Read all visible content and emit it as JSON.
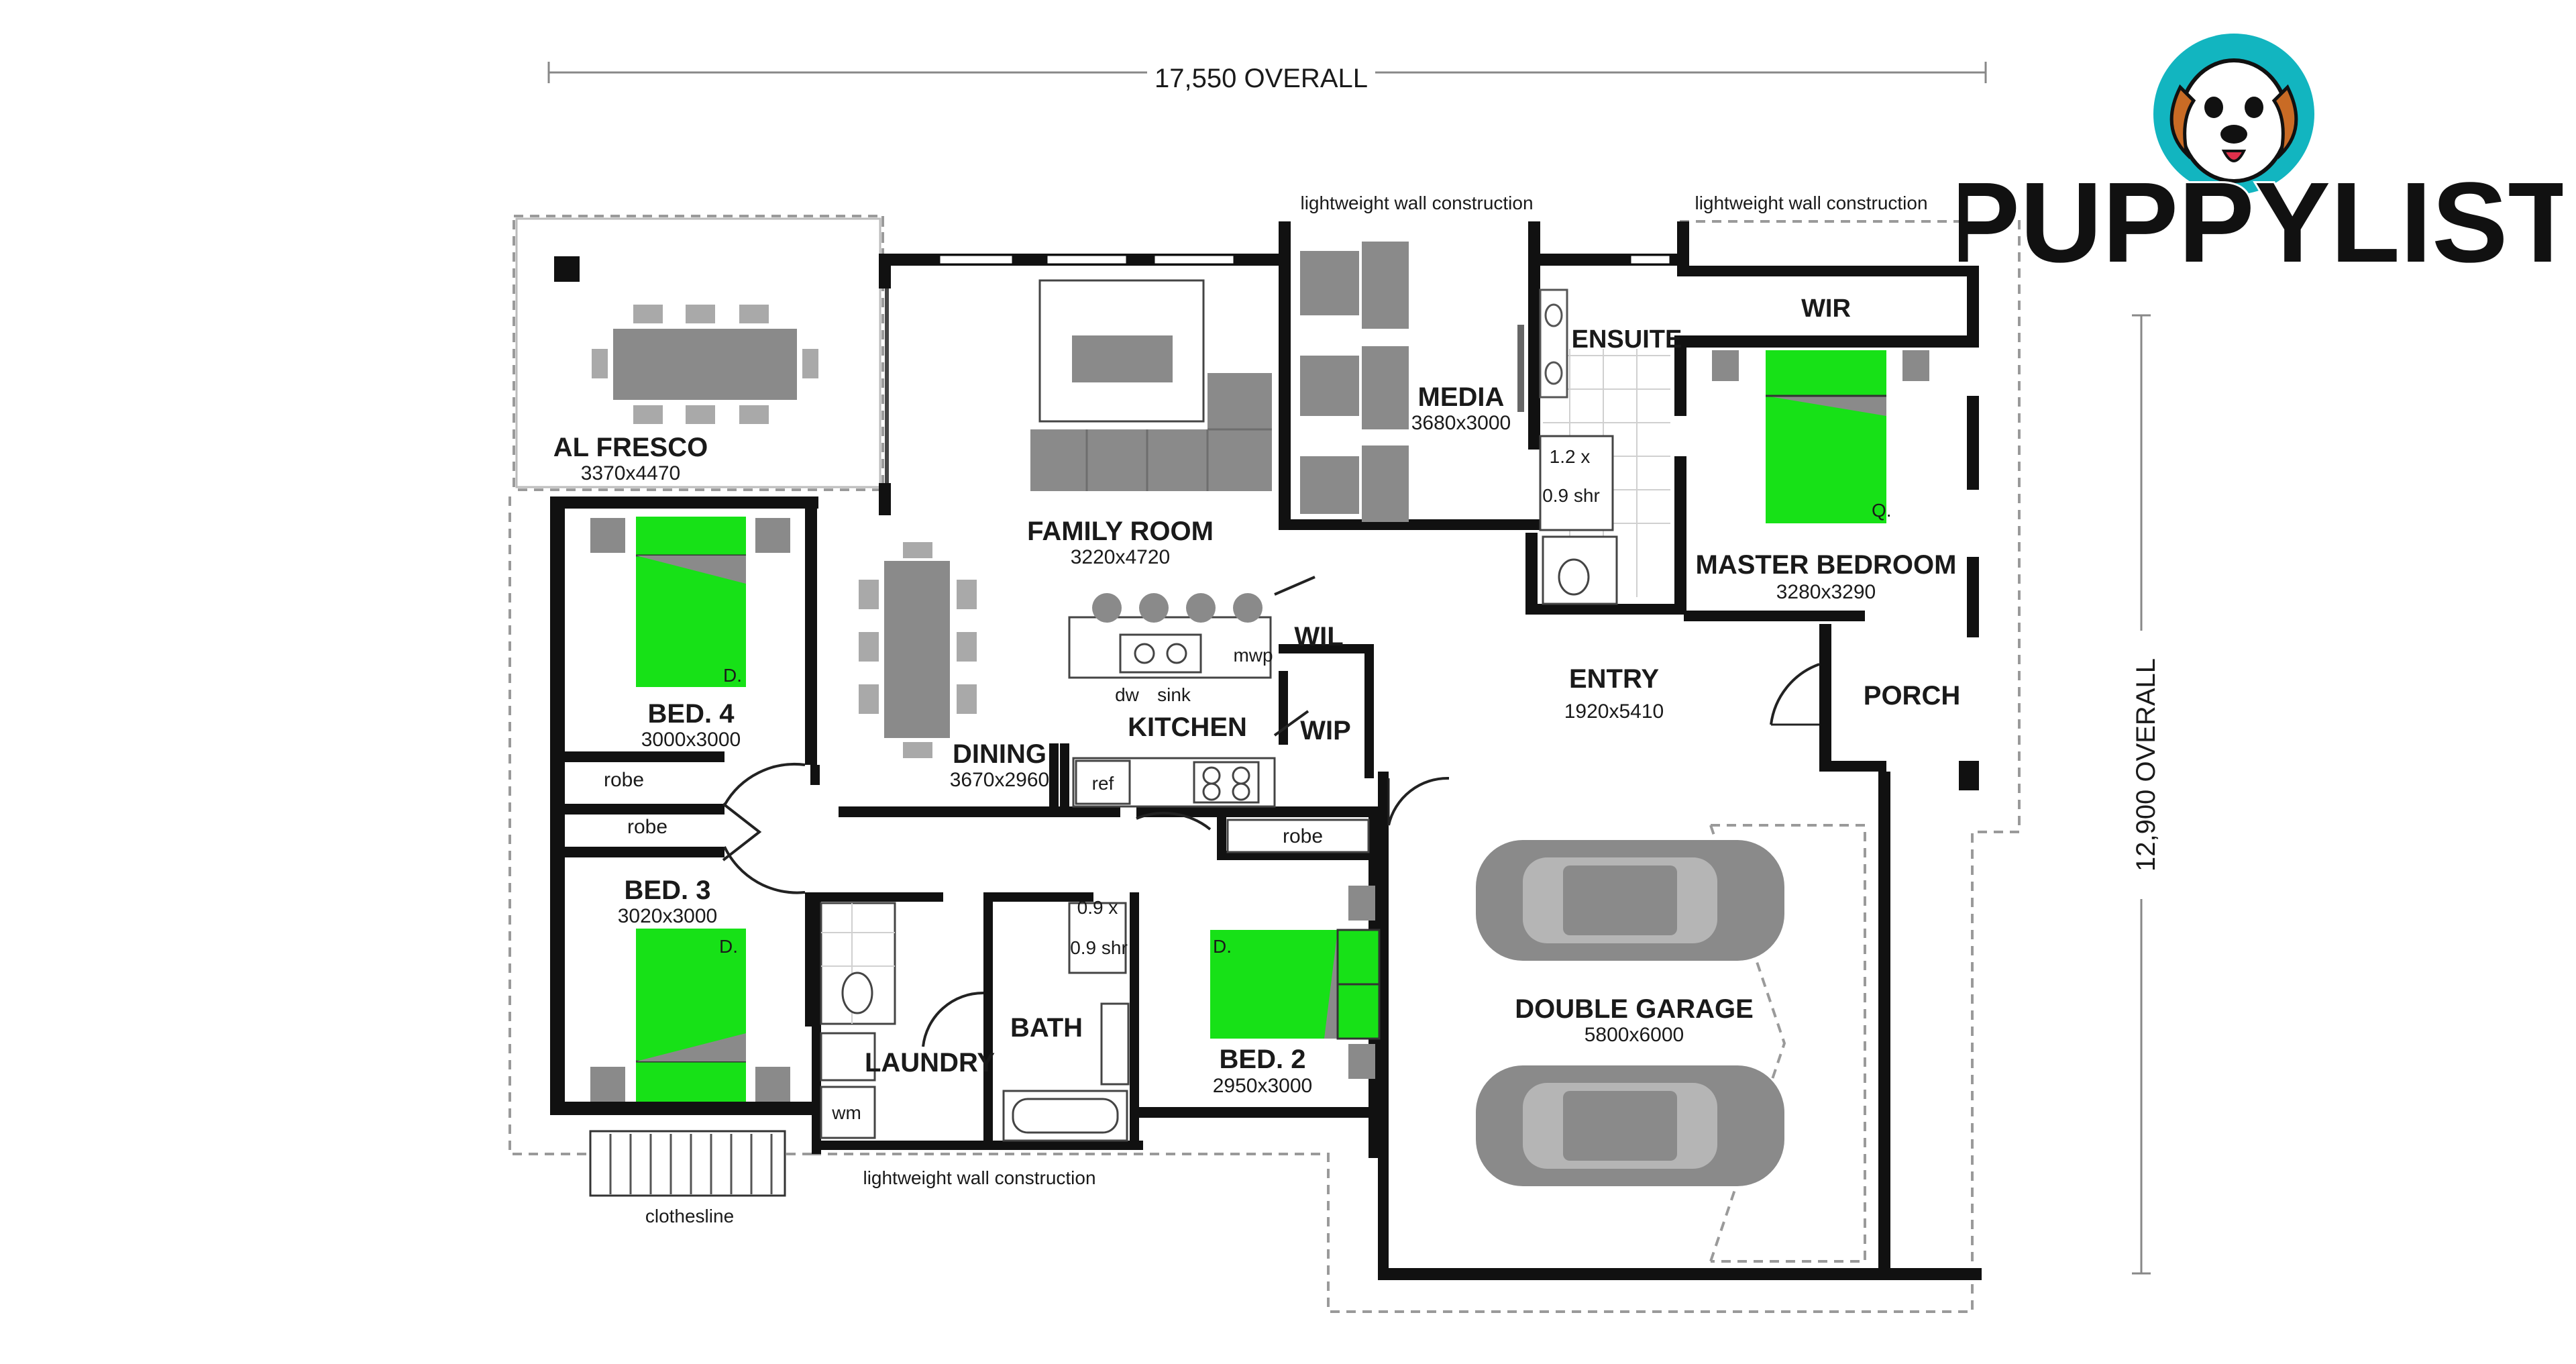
{
  "dimensions": {
    "overall_width": "17,550 OVERALL",
    "overall_depth": "12,900 OVERALL"
  },
  "notes": {
    "lightweight_1": "lightweight wall construction",
    "lightweight_2": "lightweight wall construction",
    "lightweight_3": "lightweight wall construction",
    "clothesline": "clothesline"
  },
  "rooms": {
    "alfresco": {
      "name": "AL FRESCO",
      "size": "3370x4470"
    },
    "family": {
      "name": "FAMILY ROOM",
      "size": "3220x4720"
    },
    "media": {
      "name": "MEDIA",
      "size": "3680x3000"
    },
    "ensuite": {
      "name": "ENSUITE"
    },
    "wir": {
      "name": "WIR"
    },
    "master": {
      "name": "MASTER BEDROOM",
      "size": "3280x3290"
    },
    "bed4": {
      "name": "BED. 4",
      "size": "3000x3000"
    },
    "bed3": {
      "name": "BED. 3",
      "size": "3020x3000"
    },
    "bed2": {
      "name": "BED. 2",
      "size": "2950x3000"
    },
    "dining": {
      "name": "DINING",
      "size": "3670x2960"
    },
    "kitchen": {
      "name": "KITCHEN"
    },
    "wil": {
      "name": "WIL"
    },
    "wip": {
      "name": "WIP"
    },
    "entry": {
      "name": "ENTRY",
      "size": "1920x5410"
    },
    "porch": {
      "name": "PORCH"
    },
    "garage": {
      "name": "DOUBLE GARAGE",
      "size": "5800x6000"
    },
    "laundry": {
      "name": "LAUNDRY"
    },
    "bath": {
      "name": "BATH"
    }
  },
  "fixtures": {
    "robe_1": "robe",
    "robe_2": "robe",
    "robe_3": "robe",
    "ref": "ref",
    "dw": "dw",
    "sink": "sink",
    "mwp": "mwp",
    "wm": "wm",
    "shr_ensuite_a": "1.2 x",
    "shr_ensuite_b": "0.9 shr",
    "shr_bath_a": "0.9 x",
    "shr_bath_b": "0.9 shr",
    "bed_mark_d4": "D.",
    "bed_mark_d3": "D.",
    "bed_mark_d2": "D.",
    "bed_mark_q": "Q."
  },
  "logo": {
    "text": "PUPPYLIST",
    "accent_color": "#12b5c0",
    "dark_color": "#111111"
  },
  "colors": {
    "bed": "#17e117",
    "furniture": "#8a8a8a",
    "wall": "#111111"
  }
}
